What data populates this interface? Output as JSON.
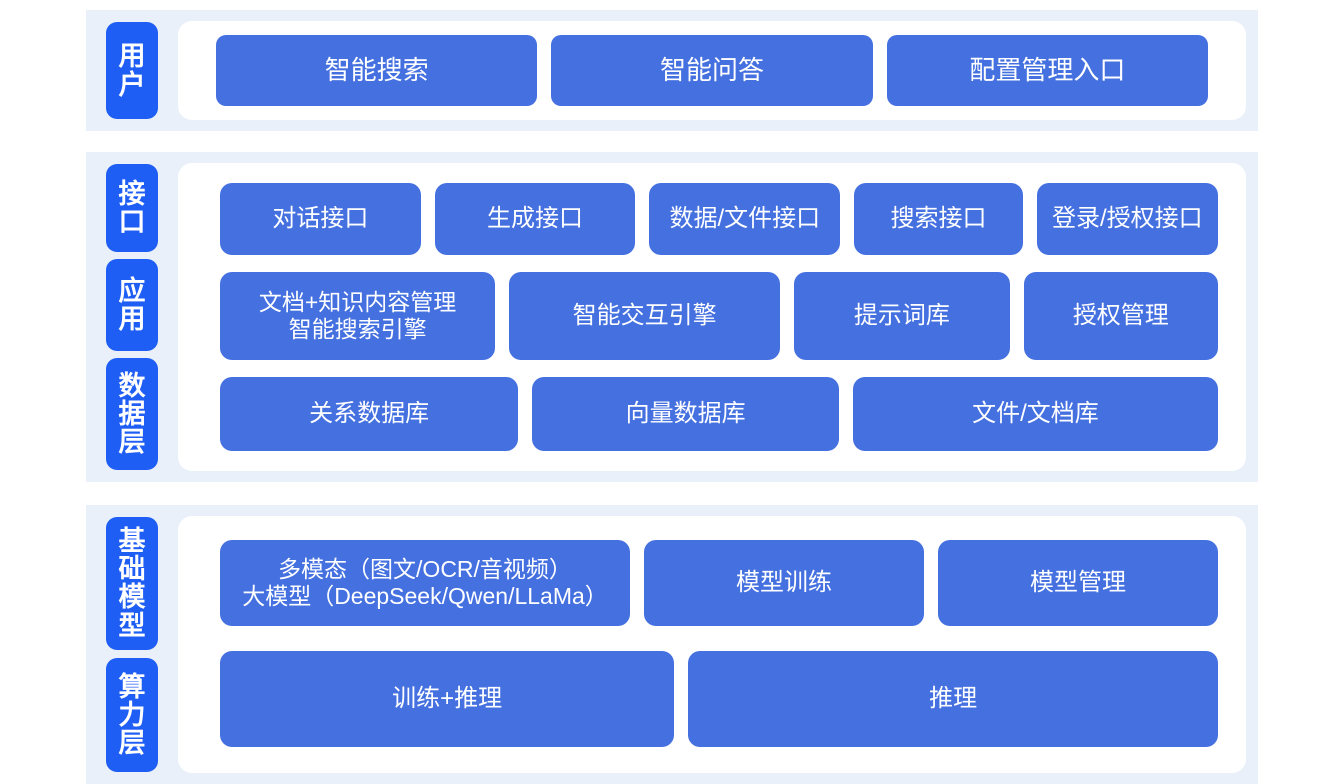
{
  "colors": {
    "page_background": "#ffffff",
    "band_background": "#eaf0fa",
    "panel_background": "#ffffff",
    "card_blue": "#4470e0",
    "tab_blue": "#1f5ef5",
    "card_text": "#ffffff"
  },
  "layers": {
    "user": {
      "tab_label": "用户",
      "tab_chars": [
        "用",
        "户"
      ],
      "cards": [
        {
          "label": "智能搜索"
        },
        {
          "label": "智能问答"
        },
        {
          "label": "配置管理入口"
        }
      ]
    },
    "interface": {
      "tab_label": "接口",
      "tab_chars": [
        "接",
        "口"
      ],
      "cards": [
        {
          "label": "对话接口"
        },
        {
          "label": "生成接口"
        },
        {
          "label": "数据/文件接口"
        },
        {
          "label": "搜索接口"
        },
        {
          "label": "登录/授权接口"
        }
      ]
    },
    "application": {
      "tab_label": "应用",
      "tab_chars": [
        "应",
        "用"
      ],
      "cards": [
        {
          "label": "文档+知识内容管理\n智能搜索引擎"
        },
        {
          "label": "智能交互引擎"
        },
        {
          "label": "提示词库"
        },
        {
          "label": "授权管理"
        }
      ]
    },
    "data": {
      "tab_label": "数据层",
      "tab_chars": [
        "数",
        "据",
        "层"
      ],
      "cards": [
        {
          "label": "关系数据库"
        },
        {
          "label": "向量数据库"
        },
        {
          "label": "文件/文档库"
        }
      ]
    },
    "base_model": {
      "tab_label": "基础模型",
      "tab_chars": [
        "基",
        "础",
        "模",
        "型"
      ],
      "cards": [
        {
          "label": "多模态（图文/OCR/音视频）\n大模型（DeepSeek/Qwen/LLaMa）"
        },
        {
          "label": "模型训练"
        },
        {
          "label": "模型管理"
        }
      ]
    },
    "compute": {
      "tab_label": "算力层",
      "tab_chars": [
        "算",
        "力",
        "层"
      ],
      "cards": [
        {
          "label": "训练+推理"
        },
        {
          "label": "推理"
        }
      ]
    }
  }
}
